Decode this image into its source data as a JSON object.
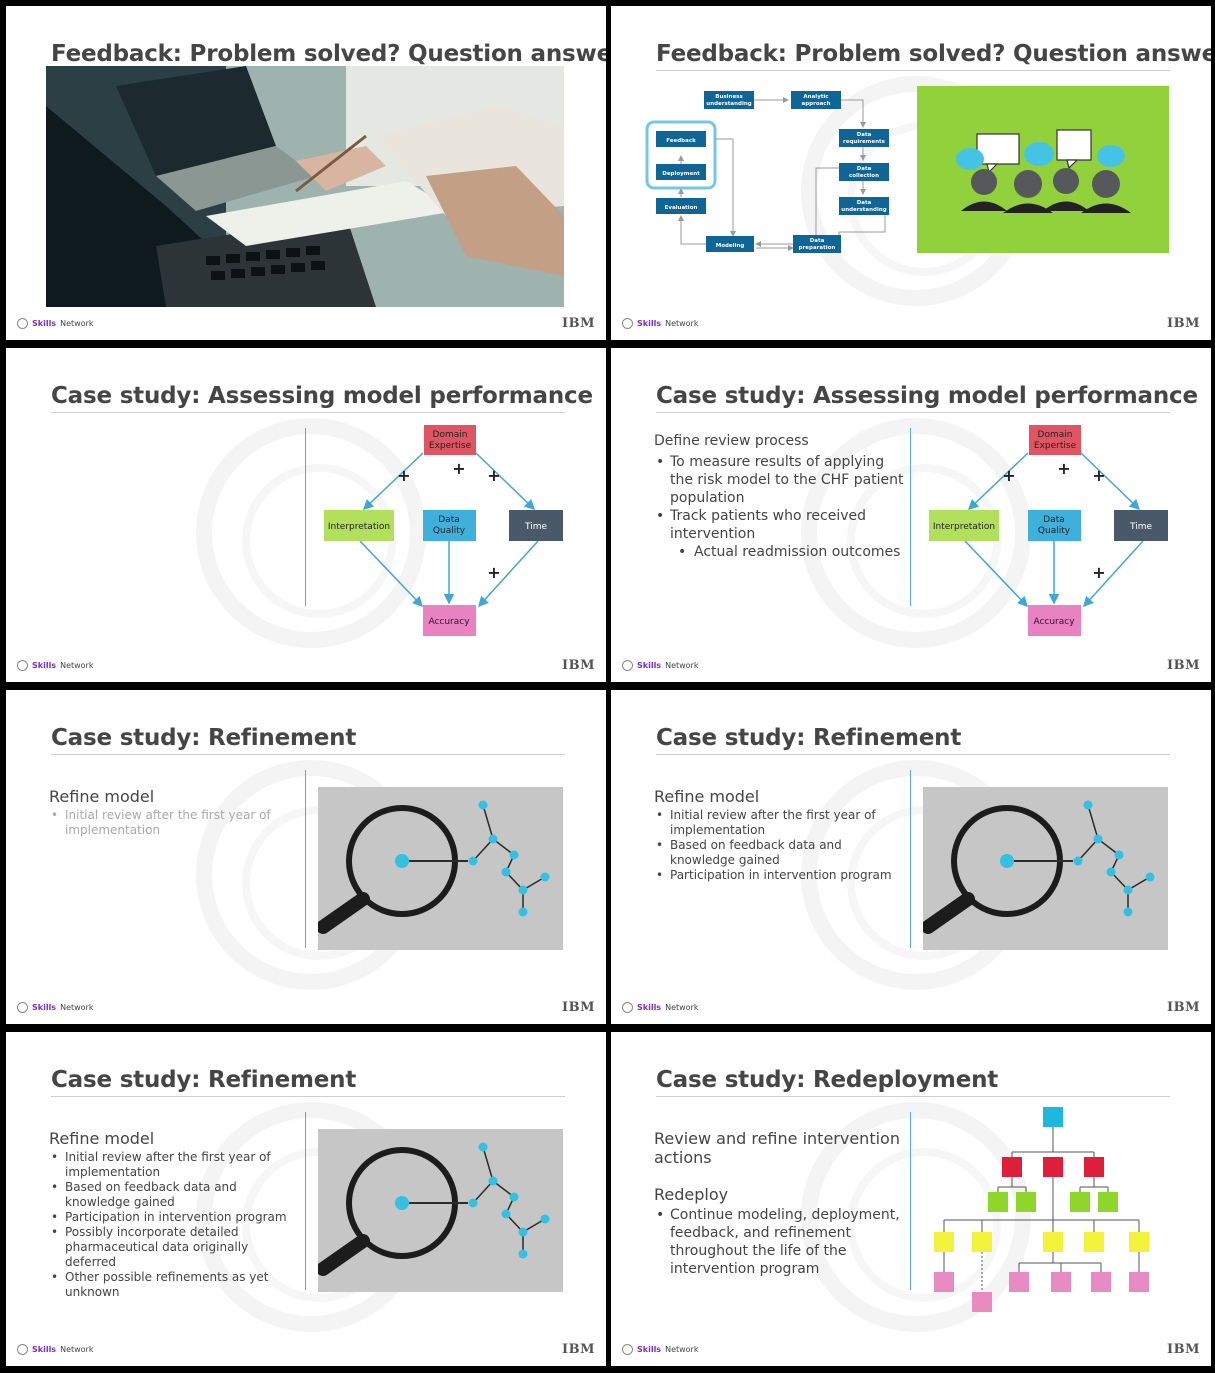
{
  "brand": {
    "skills": "Skills",
    "network": "Network",
    "ibm": "IBM"
  },
  "slides": [
    {
      "title": "Feedback: Problem solved? Question answered?"
    },
    {
      "title": "Feedback: Problem solved? Question answered?",
      "flow": {
        "business": [
          "Business",
          "understanding"
        ],
        "analytic": [
          "Analytic",
          "approach"
        ],
        "requirements": [
          "Data",
          "requirements"
        ],
        "collection": [
          "Data",
          "collection"
        ],
        "understanding": [
          "Data",
          "understanding"
        ],
        "preparation": [
          "Data",
          "preparation"
        ],
        "modeling": "Modeling",
        "evaluation": "Evaluation",
        "deployment": "Deployment",
        "feedback": "Feedback"
      }
    },
    {
      "title": "Case study: Assessing model performance",
      "diagram": {
        "domain": [
          "Domain",
          "Expertise"
        ],
        "interpretation": "Interpretation",
        "quality": [
          "Data",
          "Quality"
        ],
        "time": "Time",
        "accuracy": "Accuracy",
        "plus": "+"
      }
    },
    {
      "title": "Case study: Assessing model performance",
      "heading": "Define review process",
      "bullets": [
        "To measure results of applying the risk model to the CHF patient population",
        "Track patients who received intervention"
      ],
      "sub_bullets": [
        "Actual readmission outcomes"
      ]
    },
    {
      "title": "Case study: Refinement",
      "heading": "Refine model",
      "bullets": [
        "Initial review after the first year of implementation"
      ]
    },
    {
      "title": "Case study: Refinement",
      "heading": "Refine model",
      "bullets": [
        "Initial review after the first year of implementation",
        "Based on feedback data and knowledge gained",
        "Participation in intervention program"
      ]
    },
    {
      "title": "Case study: Refinement",
      "heading": "Refine model",
      "bullets": [
        "Initial review after the first year of implementation",
        "Based on feedback data and knowledge gained",
        "Participation in intervention program",
        "Possibly incorporate detailed pharmaceutical data originally deferred",
        "Other possible refinements as yet unknown"
      ]
    },
    {
      "title": "Case study: Redeployment",
      "heading1": "Review and refine intervention actions",
      "heading2": "Redeploy",
      "bullets": [
        "Continue modeling, deployment, feedback, and refinement throughout the life of the intervention program"
      ]
    }
  ],
  "colors": {
    "flow_box": "#0f6596",
    "flow_highlight": "#74c8e6",
    "domain": "#e05563",
    "interpretation": "#b2e05d",
    "quality": "#3fb0dc",
    "time": "#4a5968",
    "accuracy": "#e882c0",
    "green_panel": "#90d13c",
    "tree_top": "#1fb8dd",
    "tree_red": "#dd1f3a",
    "tree_green": "#8fd62a",
    "tree_yellow": "#f2f23a",
    "tree_pink": "#e88bc2"
  }
}
